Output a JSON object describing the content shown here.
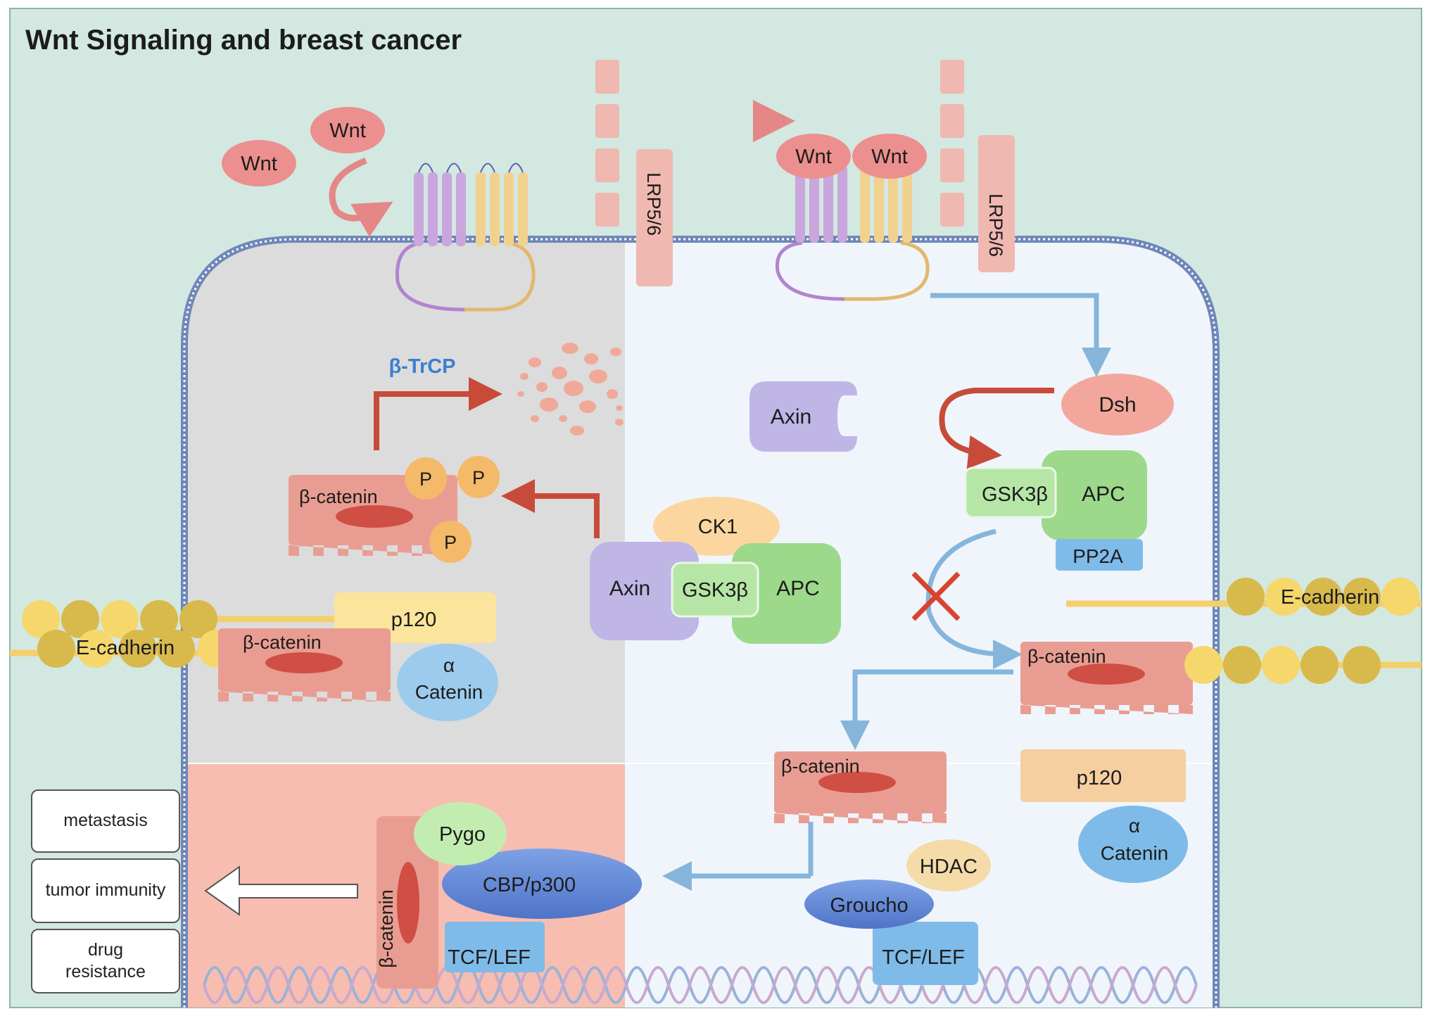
{
  "title": "Wnt Signaling and breast cancer",
  "labels": {
    "wnt": "Wnt",
    "lrp": "LRP5/6",
    "btrcp": "β-TrCP",
    "bcatenin": "β-catenin",
    "p": "P",
    "axin": "Axin",
    "ck1": "CK1",
    "gsk3b": "GSK3β",
    "apc": "APC",
    "dsh": "Dsh",
    "pp2a": "PP2A",
    "ecadherin": "E-cadherin",
    "p120": "p120",
    "alpha": "α",
    "catenin": "Catenin",
    "pygo": "Pygo",
    "cbp": "CBP/p300",
    "tcf": "TCF/LEF",
    "hdac": "HDAC",
    "groucho": "Groucho"
  },
  "outcomes": [
    "metastasis",
    "tumor immunity",
    "drug resistance"
  ],
  "colors": {
    "background": "#d3e8e0",
    "off_state": "#dcdcdc",
    "on_state": "#eff5fb",
    "nucleus_off": "#f7bdb0",
    "wnt": "#ec8f8f",
    "catenin": "#e99d92",
    "axin": "#bfb6e6",
    "gsk3b": "#b6e6a6",
    "apc": "#9cd98b",
    "ck1": "#fbd79f",
    "cadherin": "#d8b94c",
    "signal_blue": "#86b5db",
    "inhibit_red": "#c84b3a",
    "btrcp_text": "#3b7fd0"
  }
}
